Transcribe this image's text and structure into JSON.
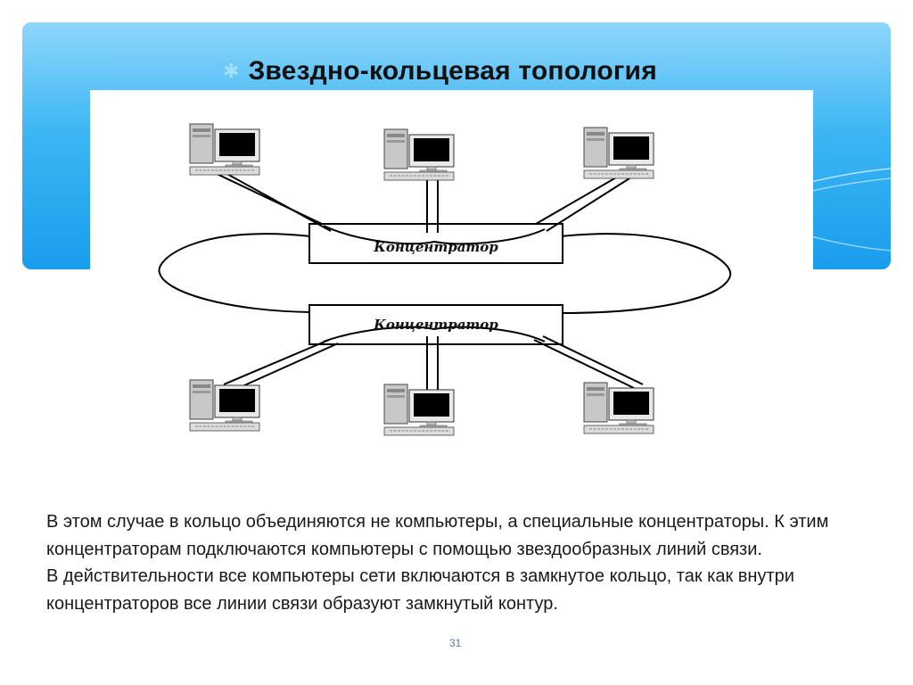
{
  "slide": {
    "title": "Звездно-кольцевая топология",
    "bullet_icon": "asterisk-bullet-icon",
    "page_number": "31"
  },
  "diagram": {
    "hub_top_label": "Концентратор",
    "hub_bottom_label": "Концентратор",
    "computers_per_hub": 3
  },
  "body": {
    "paragraph1": "В этом случае в кольцо объединяются не компьютеры, а специальные концентраторы. К этим концентраторам подключаются компьютеры с помощью звездообразных линий связи.",
    "paragraph2": "В действительности все компьютеры сети включаются в замкнутое кольцо, так как внутри концентраторов все линии связи образуют замкнутый контур."
  },
  "colors": {
    "banner_top": "#8fd6fb",
    "banner_bottom": "#1a9ded",
    "page_number": "#4a7fb5"
  }
}
